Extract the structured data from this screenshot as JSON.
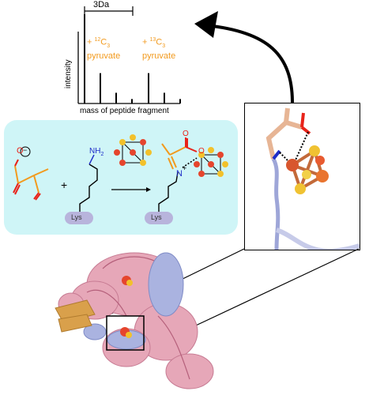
{
  "spectrum": {
    "delta_label": "3Da",
    "y_axis_label": "intensity",
    "x_axis_label": "mass of peptide fragment",
    "left_annotation": {
      "plus": "+",
      "mass_super": "12",
      "element": "C",
      "count_sub": "3",
      "name": "pyruvate"
    },
    "right_annotation": {
      "plus": "+",
      "mass_super": "13",
      "element": "C",
      "count_sub": "3",
      "name": "pyruvate"
    },
    "peaks_relative": [
      1.0,
      0.34,
      0.12,
      0.05,
      1.0,
      0.34,
      0.12,
      0.05
    ]
  },
  "reaction": {
    "plus_sign": "+",
    "amine_label": "NH",
    "amine_sub": "2",
    "lys_label": "Lys",
    "product_lys_label": "Lys",
    "product_n_label": "N",
    "product_plus": "+",
    "o_label": "O",
    "o_label_2": "O",
    "o_label_3": "O",
    "minus_sign": "−"
  },
  "colors": {
    "orange": "#f29a1e",
    "panel_bg": "#cff5f7",
    "lys_blob": "#b8b4dc",
    "iron": "#e5452d",
    "sulfur": "#f2c12b",
    "protein_pink": "#e6a7b8",
    "protein_blue": "#aab3e0",
    "protein_gold": "#d9a04b"
  }
}
